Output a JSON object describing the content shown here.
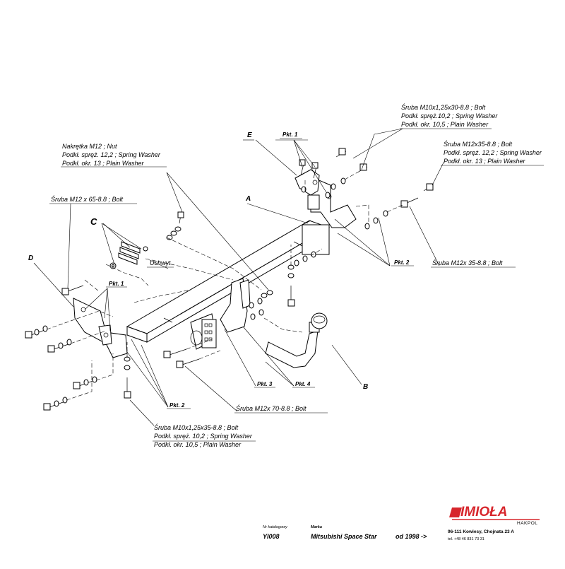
{
  "labels": {
    "top_bolt": [
      "Śruba M10x1,25x30-8.8 ;  Bolt",
      "Podkł. spręż.10,2 ; Spring Washer",
      "Podkł. okr. 10,5 ; Plain Washer"
    ],
    "right_bolt": [
      "Śruba M12x35-8.8 ;  Bolt",
      "Podkł. spręż. 12,2 ; Spring Washer",
      "Podkł. okr. 13 ; Plain Washer"
    ],
    "nut_group": [
      "Nakrętka  M12 ; Nut",
      "Podkł. spręż. 12,2 ; Spring Washer",
      "Podkł. okr. 13 ; Plain Washer"
    ],
    "bolt_m12_65": "Śruba M12 x 65-8.8 ; Bolt",
    "bolt_m12_35": "Śruba  M12x 35-8.8 ; Bolt",
    "bolt_m12_70": "Śruba M12x 70-8.8 ; Bolt",
    "bottom_bolt": [
      "Śruba M10x1,25x35-8.8 ;  Bolt",
      "Podkł. spręż. 10,2 ; Spring Washer",
      "Podkł. okr. 10,5 ; Plain Washer"
    ],
    "uchwyt": "Uchwyt",
    "letters": {
      "a": "A",
      "b": "B",
      "c": "C",
      "d": "D",
      "e": "E"
    },
    "pkt1": "Pkt. 1",
    "pkt2": "Pkt. 2",
    "pkt3": "Pkt. 3",
    "pkt4": "Pkt. 4"
  },
  "footer": {
    "catalog_label": "Nr katalogowy",
    "catalog_value": "YI008",
    "brand_label": "Marka",
    "brand_value": "Mitsubishi Space Star",
    "year": "od 1998 ->",
    "logo_name": "IMIOŁA",
    "logo_sub": "HAKPOL",
    "address": "96-111 Kowiesy, Chojnata 23 A",
    "phone": "tel. +48 46 831 73 31"
  },
  "colors": {
    "logo_red": "#d7262c",
    "line": "#000000"
  }
}
